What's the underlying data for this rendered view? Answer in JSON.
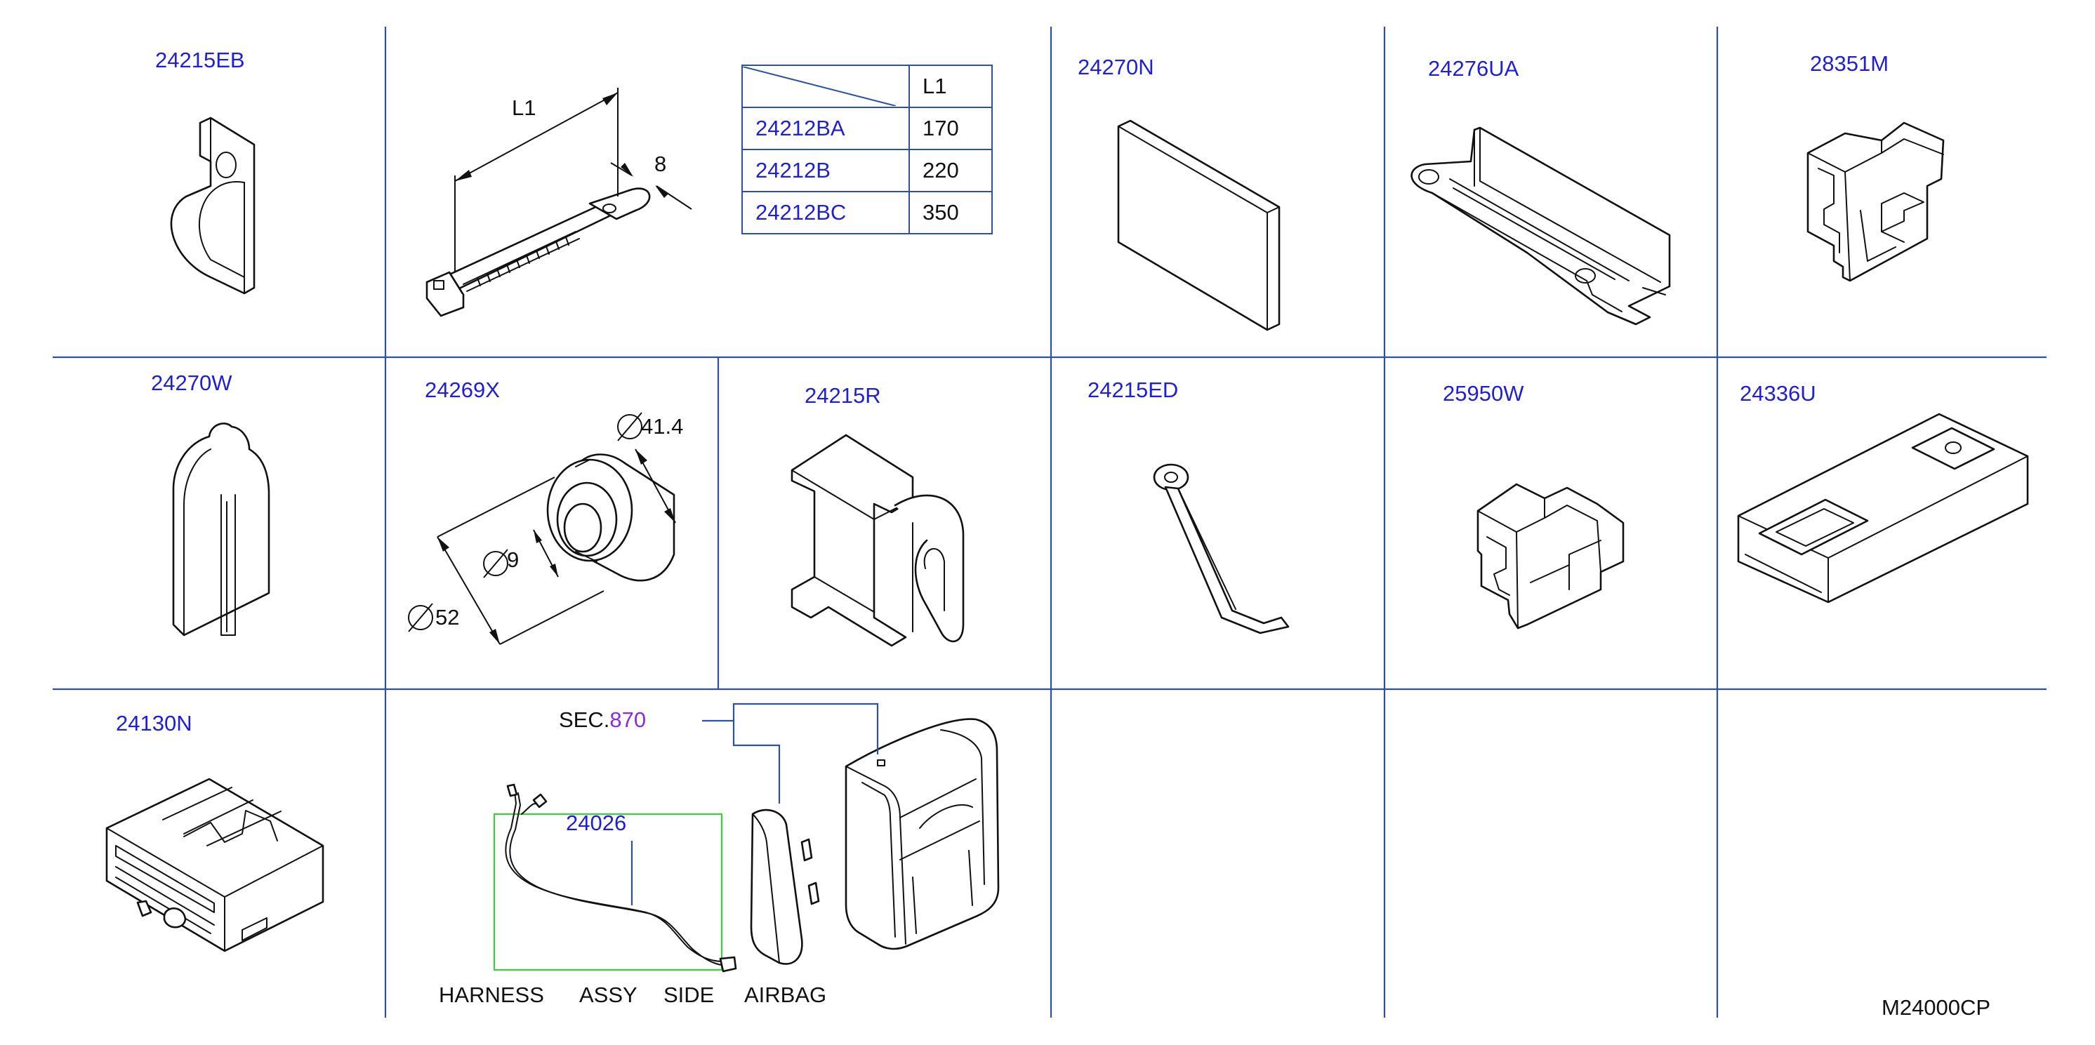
{
  "parts": {
    "p24215EB": "24215EB",
    "p24270N": "24270N",
    "p24276UA": "24276UA",
    "p28351M": "28351M",
    "p24270W": "24270W",
    "p24269X": "24269X",
    "p24215R": "24215R",
    "p24215ED": "24215ED",
    "p25950W": "25950W",
    "p24336U": "24336U",
    "p24130N": "24130N",
    "p24026": "24026"
  },
  "dimensions": {
    "l1": "L1",
    "eight": "8",
    "d41": "41.4",
    "d9": "9",
    "d52": "52"
  },
  "table": {
    "header": "L1",
    "rows": [
      {
        "part": "24212BA",
        "value": "170"
      },
      {
        "part": "24212B",
        "value": "220"
      },
      {
        "part": "24212BC",
        "value": "350"
      }
    ]
  },
  "sec": {
    "prefix": "SEC.",
    "number": "870"
  },
  "caption": {
    "w1": "HARNESS",
    "w2": "ASSY",
    "w3": "SIDE",
    "w4": "AIRBAG"
  },
  "diagram_code": "M24000CP",
  "colors": {
    "part_number": "#1f1fd6",
    "grid": "#2d4fa8",
    "highlight_box": "#3ccf3c",
    "sec_number": "#8a2be2"
  }
}
